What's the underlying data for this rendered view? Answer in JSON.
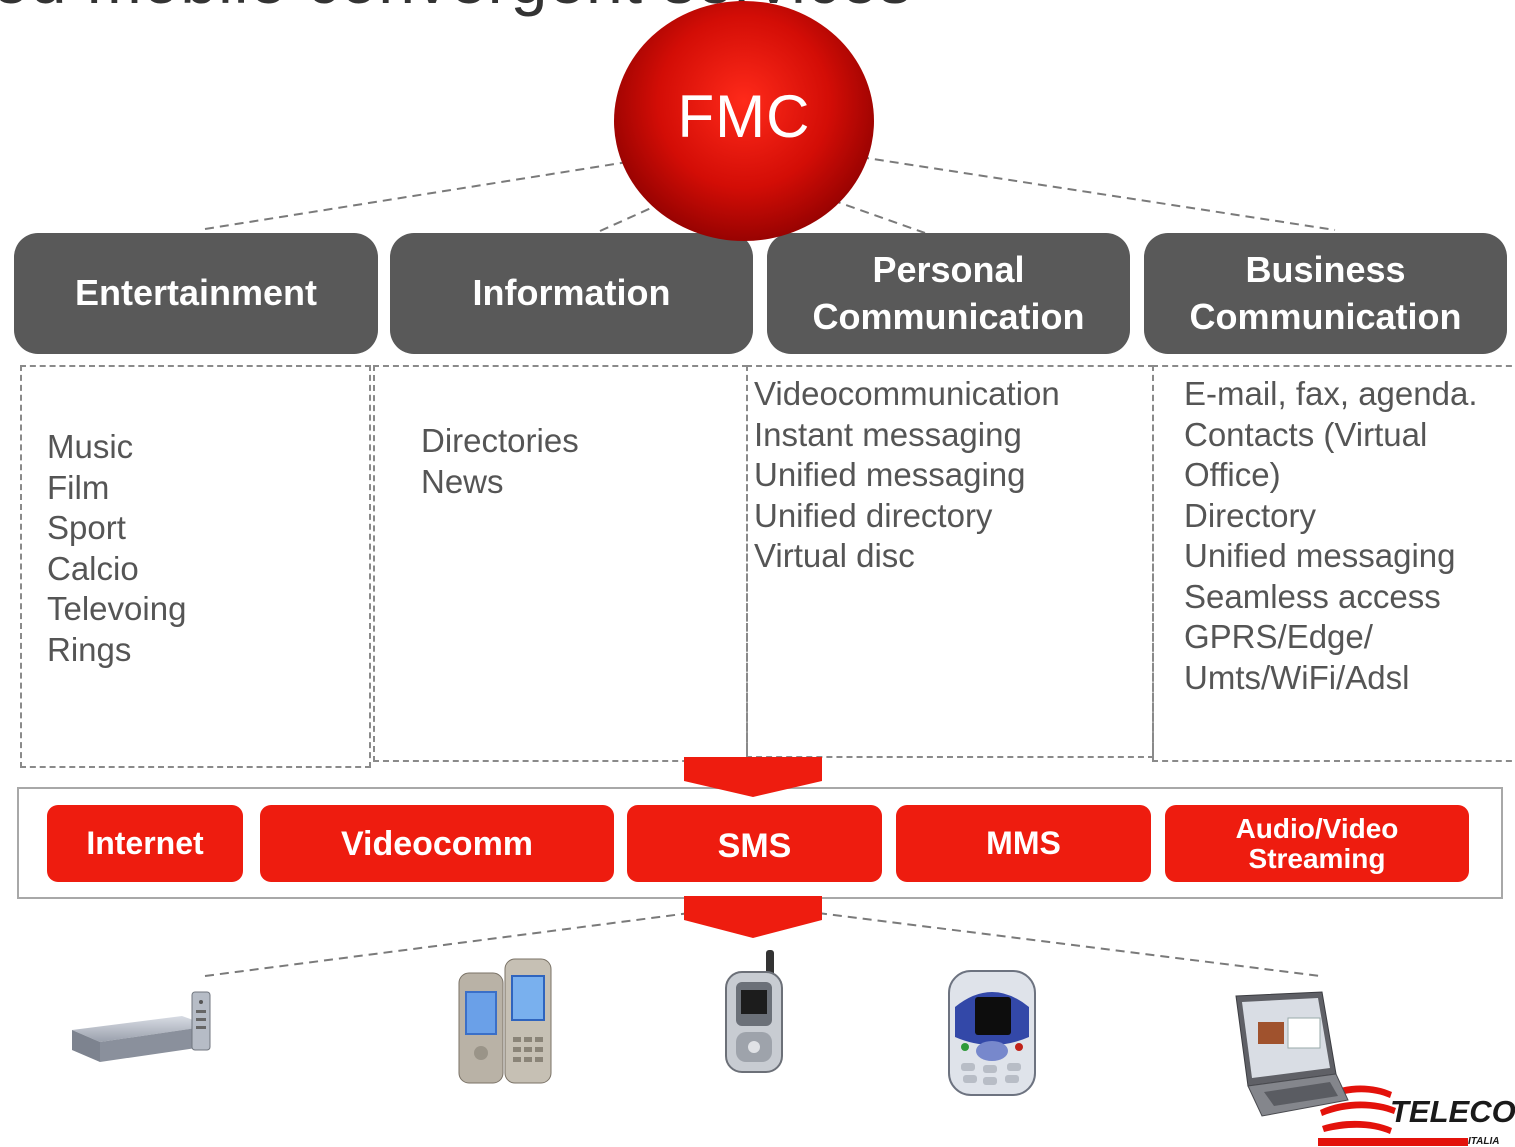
{
  "title": "ed mobile convergent services",
  "hub": {
    "label": "FMC"
  },
  "categories": [
    {
      "name": "Entertainment",
      "items": [
        "Music",
        "Film",
        "Sport",
        "Calcio",
        "Televoing",
        "Rings"
      ]
    },
    {
      "name": "Information",
      "items": [
        "Directories",
        "News"
      ]
    },
    {
      "name": "Personal\nCommunication",
      "items": [
        "Videocommunication",
        "Instant messaging",
        "Unified messaging",
        "Unified directory",
        "Virtual disc"
      ]
    },
    {
      "name": "Business\nCommunication",
      "items": [
        "E-mail, fax, agenda.",
        "Contacts (Virtual",
        "Office)",
        "Directory",
        "Unified messaging",
        "Seamless access",
        "GPRS/Edge/",
        "Umts/WiFi/Adsl"
      ]
    }
  ],
  "services": [
    "Internet",
    "Videocomm",
    "SMS",
    "MMS",
    "Audio/Video\nStreaming"
  ],
  "devices": [
    "set-top-box",
    "slider-phone",
    "flip-phone",
    "multimedia-phone",
    "laptop"
  ],
  "logo": {
    "text": "TELECOM",
    "subtext": "ITALIA"
  },
  "colors": {
    "accent_red": "#ee1c0f",
    "header_gray": "#595959",
    "hub_red": "#c00000"
  }
}
